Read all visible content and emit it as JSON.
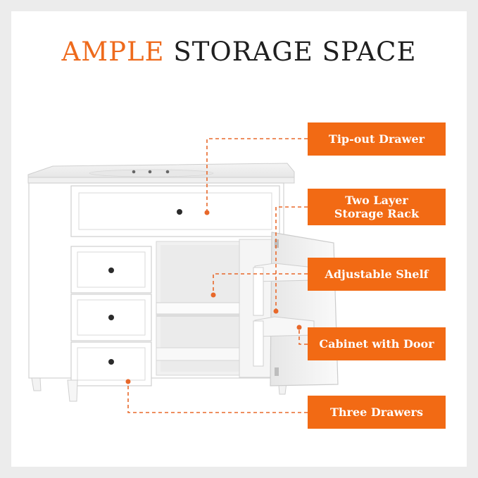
{
  "title": {
    "accent": "AMPLE",
    "rest": "STORAGE SPACE"
  },
  "callouts": [
    {
      "label": "Tip-out Drawer"
    },
    {
      "label": "Two Layer\nStorage Rack"
    },
    {
      "label": "Adjustable Shelf"
    },
    {
      "label": "Cabinet with Door"
    },
    {
      "label": "Three Drawers"
    }
  ],
  "colors": {
    "accent": "#f26a14",
    "title_dark": "#1f1f1f",
    "cabinet": "#ffffff"
  }
}
